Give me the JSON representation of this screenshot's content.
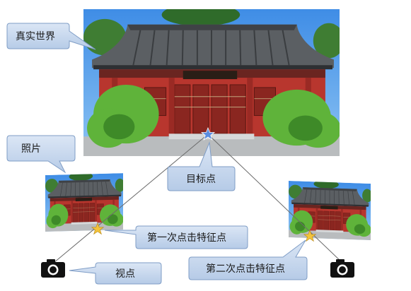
{
  "labels": {
    "real_world": "真实世界",
    "photo": "照片",
    "target_point": "目标点",
    "first_click": "第一次点击特征点",
    "viewpoint": "视点",
    "second_click": "第二次点击特征点"
  },
  "icons": {
    "camera": "camera-icon",
    "target_star": "blue-star-marker",
    "feature_star": "yellow-star-marker"
  },
  "colors": {
    "callout_fill": "#c5d6ec",
    "callout_stroke": "#7f9dc6",
    "target_star": "#5a8de0",
    "feature_star": "#f3c33a",
    "ray_line": "#6b6b6b",
    "building_red": "#b8362e",
    "roof_gray": "#5b5f63",
    "sky": "#4f97e6",
    "foliage": "#5fb33a"
  }
}
